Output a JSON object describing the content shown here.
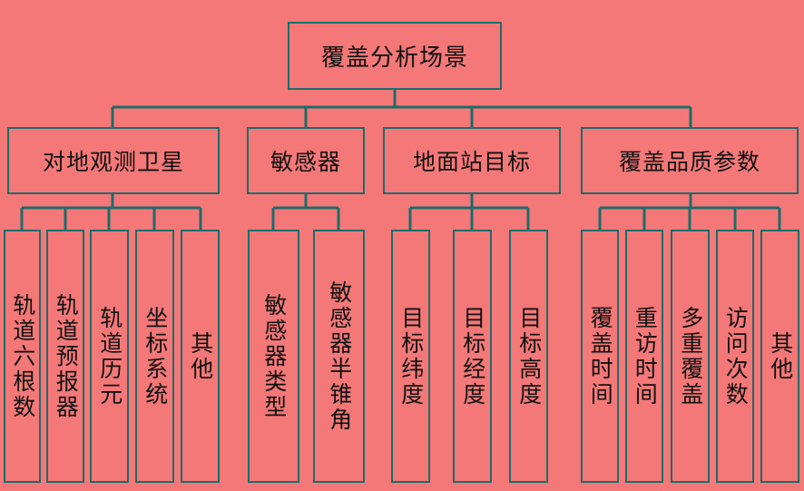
{
  "root": "覆盖分析场景",
  "groups": [
    {
      "label": "对地观测卫星",
      "leaves": [
        "轨道六根数",
        "轨道预报器",
        "轨道历元",
        "坐标系统",
        "其他"
      ]
    },
    {
      "label": "敏感器",
      "leaves": [
        "敏感器类型",
        "敏感器半锥角"
      ]
    },
    {
      "label": "地面站目标",
      "leaves": [
        "目标纬度",
        "目标经度",
        "目标高度"
      ]
    },
    {
      "label": "覆盖品质参数",
      "leaves": [
        "覆盖时间",
        "重访时间",
        "多重覆盖",
        "访问次数",
        "其他"
      ]
    }
  ],
  "colors": {
    "background": "#f47878",
    "line": "#1f6b6b"
  }
}
